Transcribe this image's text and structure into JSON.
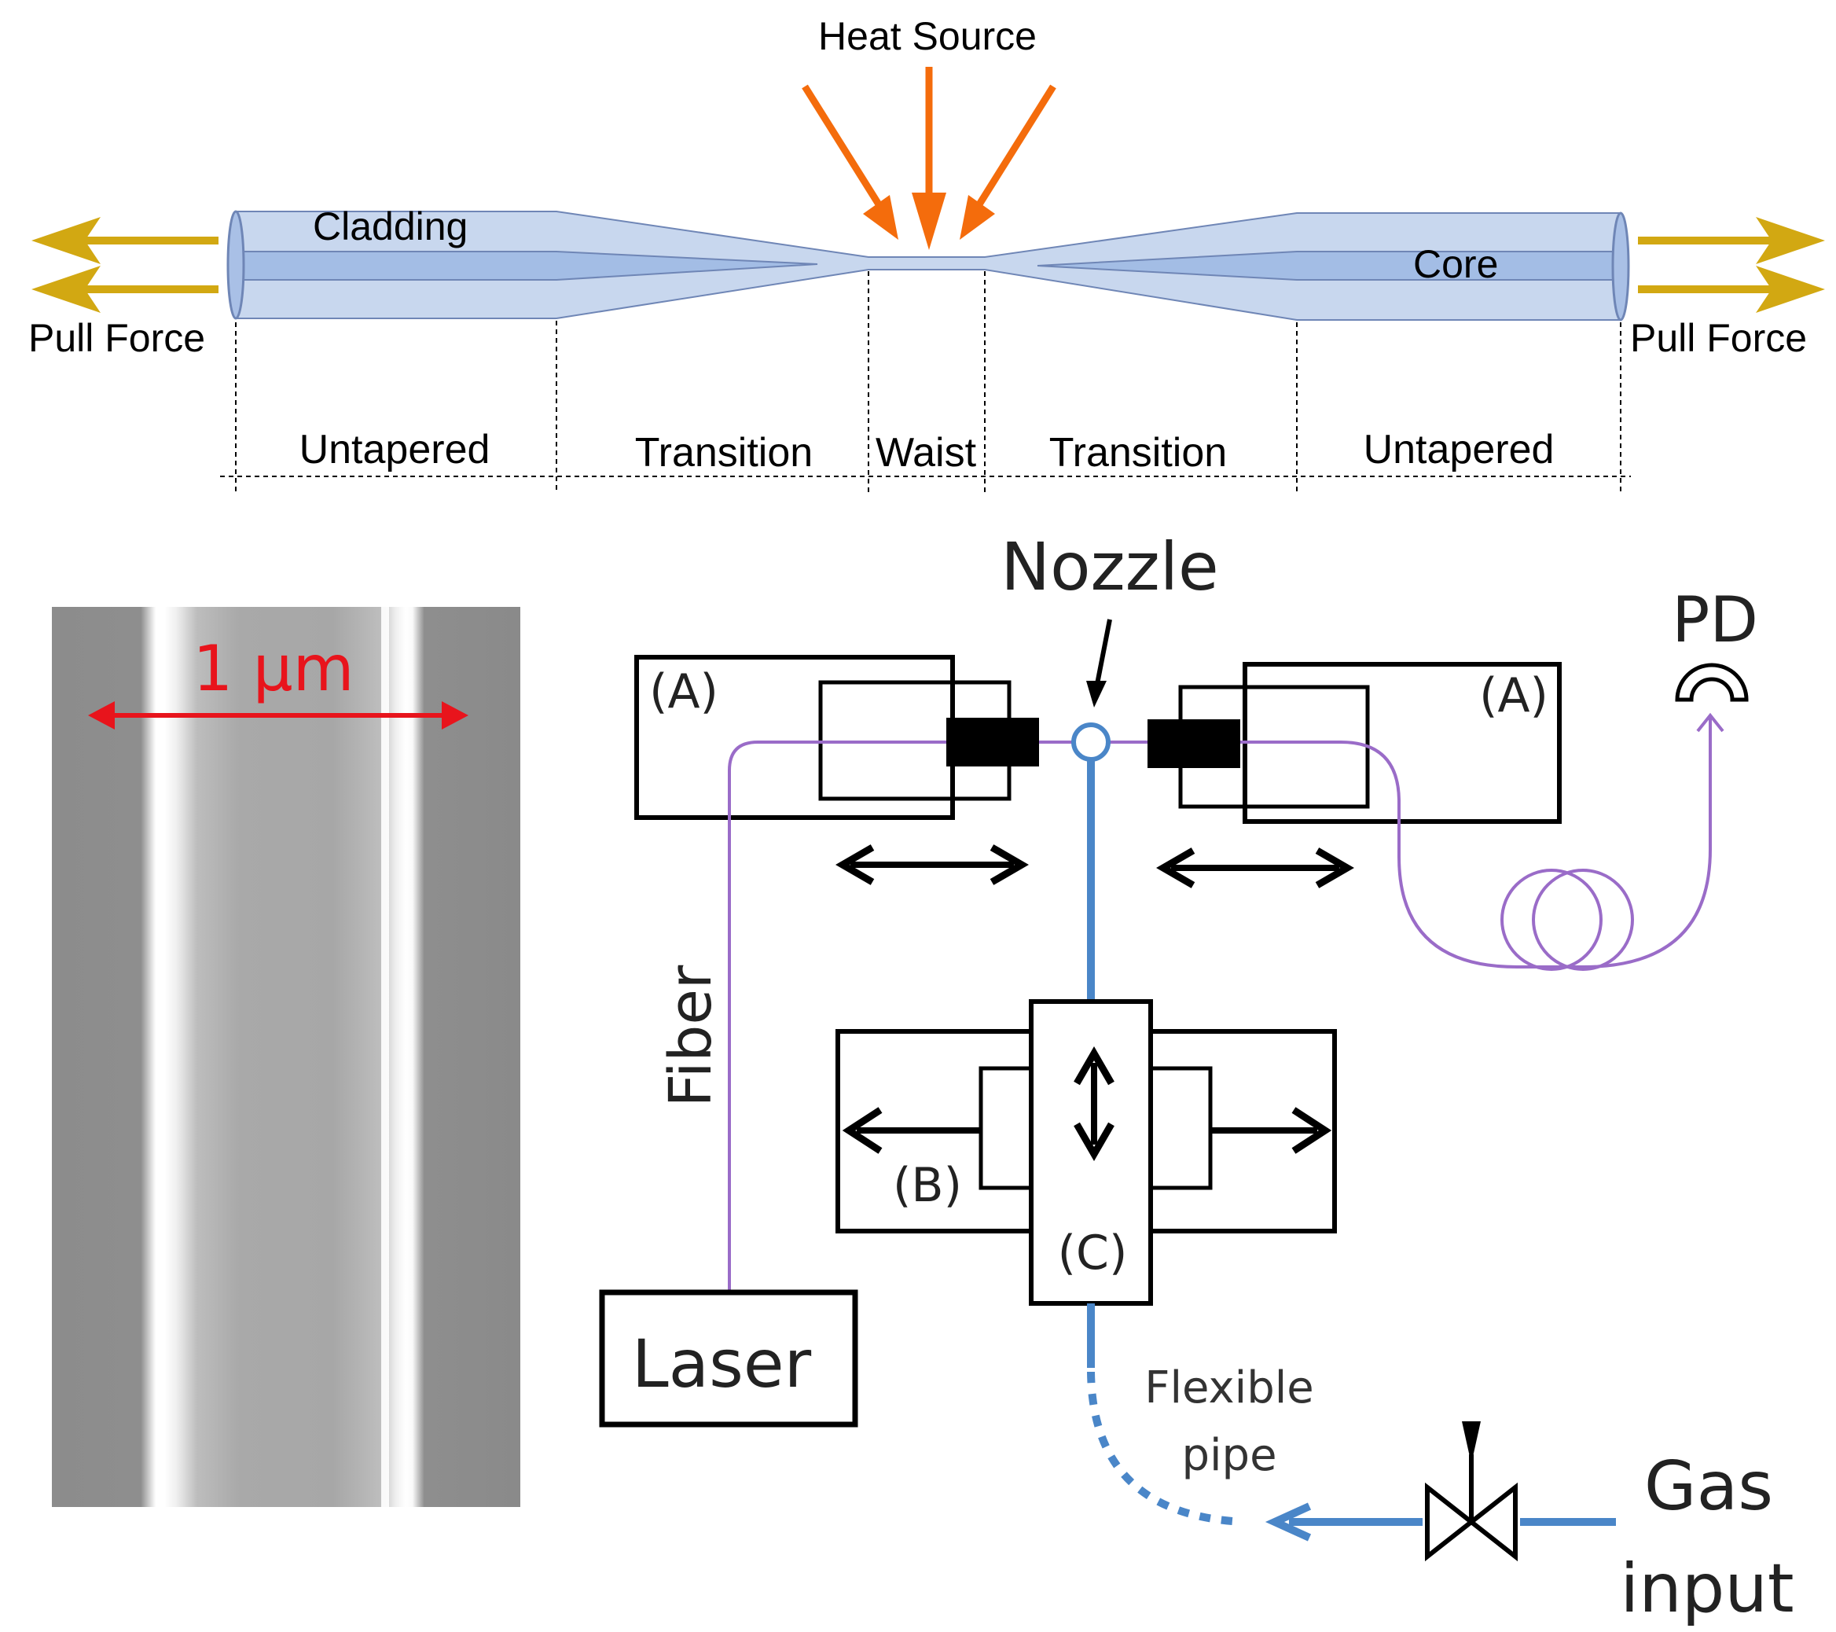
{
  "taper_diagram": {
    "heat_source": "Heat Source",
    "cladding": "Cladding",
    "core": "Core",
    "pull_force_left": "Pull Force",
    "pull_force_right": "Pull Force",
    "sections": [
      "Untapered",
      "Transition",
      "Waist",
      "Transition",
      "Untapered"
    ]
  },
  "sem_image": {
    "scale_label": "1 µm"
  },
  "setup_diagram": {
    "nozzle": "Nozzle",
    "stage_a_left": "(A)",
    "stage_a_right": "(A)",
    "pd": "PD",
    "fiber": "Fiber",
    "stage_b": "(B)",
    "stage_c": "(C)",
    "laser": "Laser",
    "flexible_pipe_line1": "Flexible",
    "flexible_pipe_line2": "pipe",
    "gas_input_line1": "Gas",
    "gas_input_line2": "input"
  },
  "colors": {
    "fiber_fill": "#c8d7ee",
    "core_fill": "#a3bde5",
    "fiber_edge": "#6f86b6",
    "pull_arrow": "#d2a812",
    "heat_arrow": "#f46c0c",
    "scale_red": "#e8141c",
    "purple_fiber": "#9a6cc8",
    "gas_blue": "#4a86c8"
  }
}
